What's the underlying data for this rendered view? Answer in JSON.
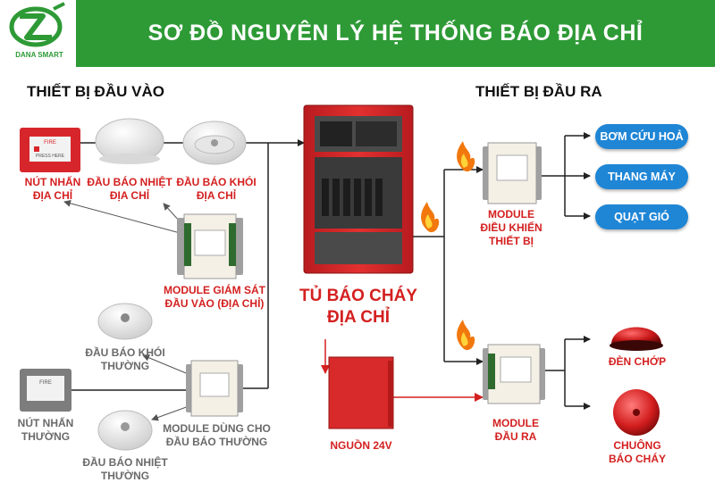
{
  "header": {
    "title": "SƠ ĐỒ NGUYÊN LÝ HỆ THỐNG BÁO ĐỊA CHỈ",
    "brand": "DANA SMART",
    "banner_color": "#2e9a36"
  },
  "sections": {
    "input_title": "THIẾT BỊ ĐẦU VÀO",
    "output_title": "THIẾT BỊ ĐẦU RA"
  },
  "inputs": {
    "call_point_addr": [
      "NÚT NHẤN",
      "ĐỊA CHỈ"
    ],
    "heat_detector_addr": [
      "ĐẦU BÁO NHIỆT",
      "ĐỊA CHỈ"
    ],
    "smoke_detector_addr": [
      "ĐẦU BÁO KHÓI",
      "ĐỊA CHỈ"
    ],
    "monitor_module": [
      "MODULE GIÁM SÁT",
      "ĐẦU VÀO (ĐỊA CHỈ)"
    ],
    "smoke_detector_conv": [
      "ĐẦU BÁO KHÓI",
      "THƯỜNG"
    ],
    "call_point_conv": [
      "NÚT NHẤN",
      "THƯỜNG"
    ],
    "conv_module": [
      "MODULE DÙNG CHO",
      "ĐẦU BÁO THƯỜNG"
    ],
    "heat_detector_conv": [
      "ĐẦU BÁO NHIỆT",
      "THƯỜNG"
    ]
  },
  "center": {
    "panel": [
      "TỦ BÁO CHÁY",
      "ĐỊA CHỈ"
    ],
    "power": "NGUỒN 24V"
  },
  "outputs": {
    "control_module": [
      "MODULE",
      "ĐIỀU KHIỂN",
      "THIẾT BỊ"
    ],
    "output_module": [
      "MODULE",
      "ĐẦU RA"
    ],
    "pills": [
      "BƠM CỨU HOẢ",
      "THANG MÁY",
      "QUẠT GIÓ"
    ],
    "strobe": "ĐÈN CHỚP",
    "bell": [
      "CHUÔNG",
      "BÁO CHÁY"
    ]
  },
  "device_text": {
    "fire": "FIRE",
    "press_here": "PRESS HERE"
  },
  "colors": {
    "red_label": "#d42020",
    "grey_label": "#6a6a6a",
    "pill_blue": "#1f86d6",
    "cabinet_red": "#d8262a"
  }
}
